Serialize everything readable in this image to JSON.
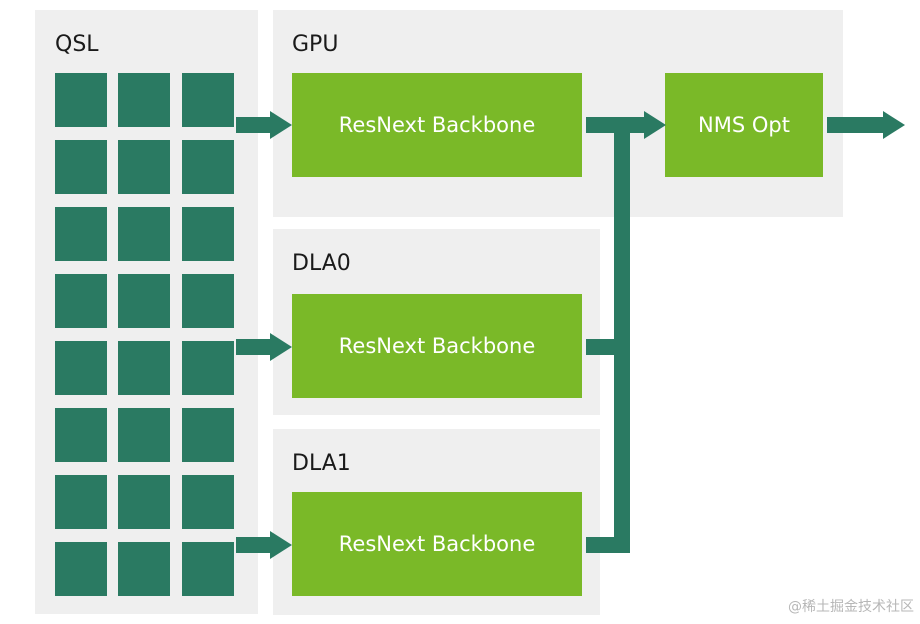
{
  "panels": {
    "qsl": {
      "label": "QSL"
    },
    "gpu": {
      "label": "GPU"
    },
    "dla0": {
      "label": "DLA0"
    },
    "dla1": {
      "label": "DLA1"
    }
  },
  "blocks": {
    "gpu_backbone": "ResNext Backbone",
    "dla0_backbone": "ResNext Backbone",
    "dla1_backbone": "ResNext Backbone",
    "nms": "NMS Opt"
  },
  "grid": {
    "rows": 8,
    "cols": 3
  },
  "colors": {
    "panel": "#efefef",
    "cell": "#2a7a62",
    "block": "#7ab928",
    "arrow": "#2a7a62"
  },
  "watermark": "@稀土掘金技术社区"
}
